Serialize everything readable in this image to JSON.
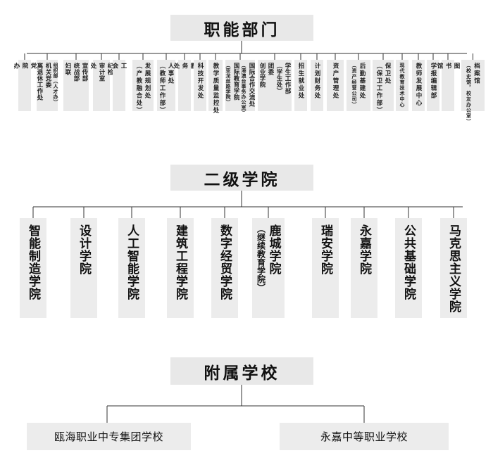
{
  "sections": {
    "functional": "职能部门",
    "colleges": "二级学院",
    "affiliated": "附属学校"
  },
  "departments": [
    {
      "lines": [
        "党",
        "院",
        "办"
      ]
    },
    {
      "lines": [
        "组织部（人才办）",
        "机关党委",
        "离退休工作处"
      ]
    },
    {
      "lines": [
        "宣传部",
        "统战部",
        "妇联"
      ]
    },
    {
      "lines": [
        "纪检",
        "审计室",
        "处"
      ]
    },
    {
      "lines": [
        "工",
        "会"
      ]
    },
    {
      "lines": [
        "发展规划处",
        "（产教融合处）"
      ]
    },
    {
      "lines": [
        "人事处",
        "（教师工作部）"
      ]
    },
    {
      "lines": [
        "教",
        "务",
        "处"
      ]
    },
    {
      "lines": [
        "科技开发处"
      ]
    },
    {
      "lines": [
        "教学质量监控处"
      ]
    },
    {
      "lines": [
        "国际合作交流处",
        "（港澳台事务办公室）",
        "国际教育学院",
        "（亚龙丝路学院）"
      ]
    },
    {
      "lines": [
        "学生工作部",
        "（学生处）",
        "团委",
        "创业学院"
      ]
    },
    {
      "lines": [
        "招生就业处"
      ]
    },
    {
      "lines": [
        "计划财务处"
      ]
    },
    {
      "lines": [
        "资产管理处"
      ]
    },
    {
      "lines": [
        "后勤基建处",
        "（资产经营公司）"
      ]
    },
    {
      "lines": [
        "保卫处",
        "（保卫工作部）"
      ]
    },
    {
      "lines": [
        "现代教育技术中心"
      ]
    },
    {
      "lines": [
        "教师发展中心"
      ]
    },
    {
      "lines": [
        "学报编辑部"
      ]
    },
    {
      "lines": [
        "图",
        "书",
        "馆"
      ]
    },
    {
      "lines": [
        "档案馆",
        "（校史馆，校友办公室）"
      ]
    }
  ],
  "colleges": [
    {
      "lines": [
        "智能制造学院"
      ]
    },
    {
      "lines": [
        "设计学院"
      ]
    },
    {
      "lines": [
        "人工智能学院"
      ]
    },
    {
      "lines": [
        "建筑工程学院"
      ]
    },
    {
      "lines": [
        "数字经贸学院"
      ]
    },
    {
      "lines": [
        "鹿城学院",
        "（继续教育学院）"
      ]
    },
    {
      "lines": [
        "瑞安学院"
      ]
    },
    {
      "lines": [
        "永嘉学院"
      ]
    },
    {
      "lines": [
        "公共基础学院"
      ]
    },
    {
      "lines": [
        "马克思主义学院"
      ]
    }
  ],
  "schools": [
    "瓯海职业中专集团学校",
    "永嘉中等职业学校"
  ],
  "colors": {
    "box": "#e9e9e9",
    "line": "#333333",
    "text": "#222222"
  }
}
